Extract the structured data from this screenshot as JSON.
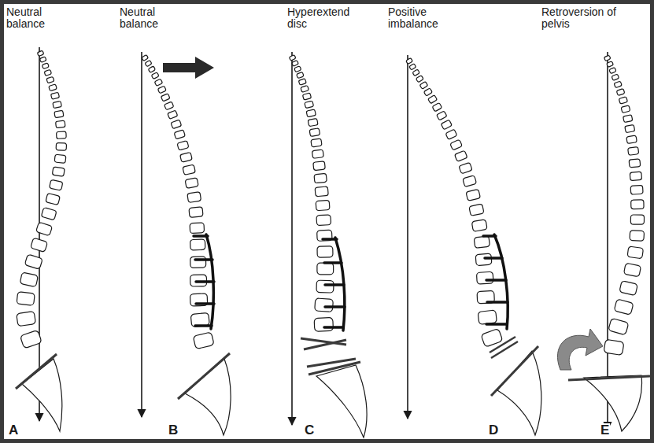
{
  "diagram": {
    "labels": [
      "Neutral balance",
      "Neutral balance",
      "Hyperextend disc",
      "Positive imbalance",
      "Retroversion of pelvis",
      "A",
      "B",
      "C",
      "D",
      "E"
    ]
  }
}
